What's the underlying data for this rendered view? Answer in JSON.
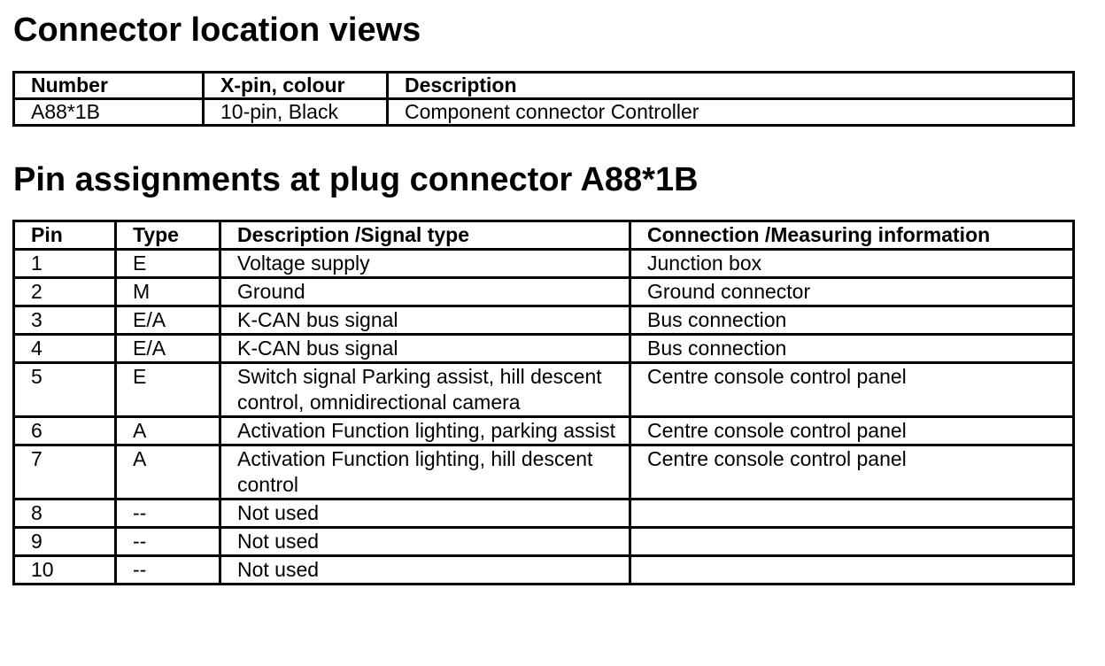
{
  "sections": {
    "location_heading": "Connector location views",
    "pin_heading": "Pin assignments at plug connector A88*1B"
  },
  "connector_table": {
    "headers": [
      "Number",
      "X-pin, colour",
      "Description"
    ],
    "rows": [
      [
        "A88*1B",
        "10-pin, Black",
        "Component connector Controller"
      ]
    ]
  },
  "pin_table": {
    "headers": [
      "Pin",
      "Type",
      "Description /Signal type",
      "Connection /Measuring information"
    ],
    "rows": [
      [
        "1",
        "E",
        "Voltage supply",
        "Junction box"
      ],
      [
        "2",
        "M",
        "Ground",
        "Ground connector"
      ],
      [
        "3",
        "E/A",
        "K-CAN bus signal",
        "Bus connection"
      ],
      [
        "4",
        "E/A",
        "K-CAN bus signal",
        "Bus connection"
      ],
      [
        "5",
        "E",
        "Switch signal Parking assist, hill descent control, omnidirectional camera",
        "Centre console control panel"
      ],
      [
        "6",
        "A",
        "Activation Function lighting, parking assist",
        "Centre console control panel"
      ],
      [
        "7",
        "A",
        "Activation Function lighting, hill descent control",
        "Centre console control panel"
      ],
      [
        "8",
        "--",
        "Not used",
        ""
      ],
      [
        "9",
        "--",
        "Not used",
        ""
      ],
      [
        "10",
        "--",
        "Not used",
        ""
      ]
    ]
  }
}
